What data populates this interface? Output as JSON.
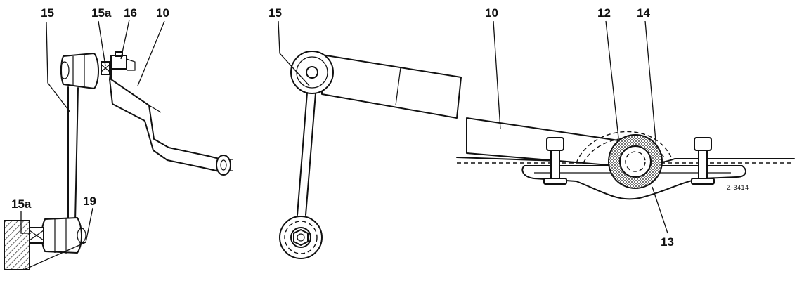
{
  "labels": {
    "left_15": "15",
    "left_15a_top": "15a",
    "left_16": "16",
    "left_10": "10",
    "left_15a_bottom": "15a",
    "left_19": "19",
    "middle_15": "15",
    "right_10": "10",
    "right_12": "12",
    "right_14": "14",
    "right_13": "13",
    "drawing_code": "Z-3414"
  }
}
